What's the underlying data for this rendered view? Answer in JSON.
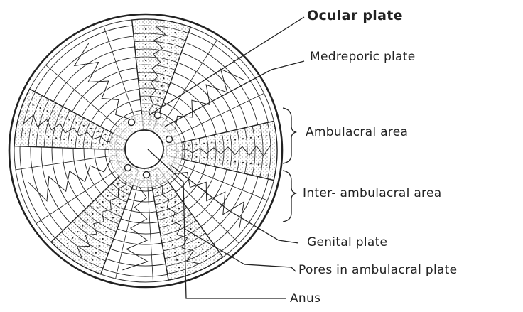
{
  "diagram": {
    "labels": {
      "ocular": "Ocular  plate",
      "madreporic": "Medreporic  plate",
      "ambulacral": "Ambulacral  area",
      "interambulacral": "Inter- ambulacral  area",
      "genital": "Genital  plate",
      "pores": "Pores  in  ambulacral  plate",
      "anus": "Anus"
    },
    "ambulacral_area_count": 5,
    "interambulacral_area_count": 5,
    "colors": {
      "ink": "#222222",
      "stipple": "#9a9a9a",
      "background": "#ffffff"
    }
  }
}
